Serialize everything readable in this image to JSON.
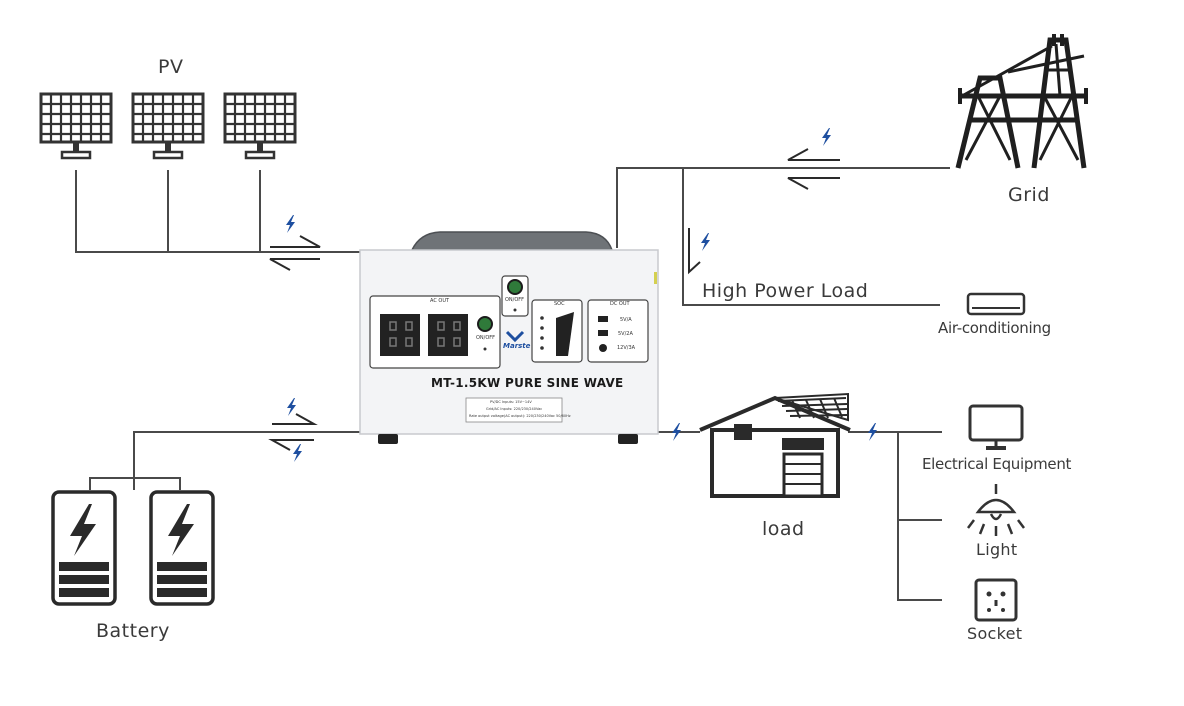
{
  "labels": {
    "pv": "PV",
    "grid": "Grid",
    "high_power_load": "High Power Load",
    "air_conditioning": "Air-conditioning",
    "battery": "Battery",
    "load": "load",
    "electrical_equipment": "Electrical Equipment",
    "light": "Light",
    "socket": "Socket"
  },
  "inverter": {
    "model": "MT-1.5KW PURE SINE WAVE",
    "brand": "Marste",
    "ac_out": "AC OUT",
    "dc_out": "DC OUT",
    "soc": "SOC",
    "on_off_top": "ON/OFF",
    "on_off_panel": "ON/OFF",
    "usb_1": "5V/A",
    "usb_2": "5V/2A",
    "dc_12v": "12V/3A",
    "spec_1": "PV/DC Inputs:  15V~14V",
    "spec_2": "Grid/AC Inputs: 220/230/240Vac",
    "spec_3": "Rate output voltage(AC output): 220/230/240Vac 50/60Hz"
  },
  "colors": {
    "line": "#4a4a4a",
    "icon": "#2a2a2a",
    "bolt_blue": "#1e4fa0",
    "inverter_body": "#f3f4f6",
    "inverter_handle": "#6f7377",
    "text": "#3a3a3a"
  }
}
